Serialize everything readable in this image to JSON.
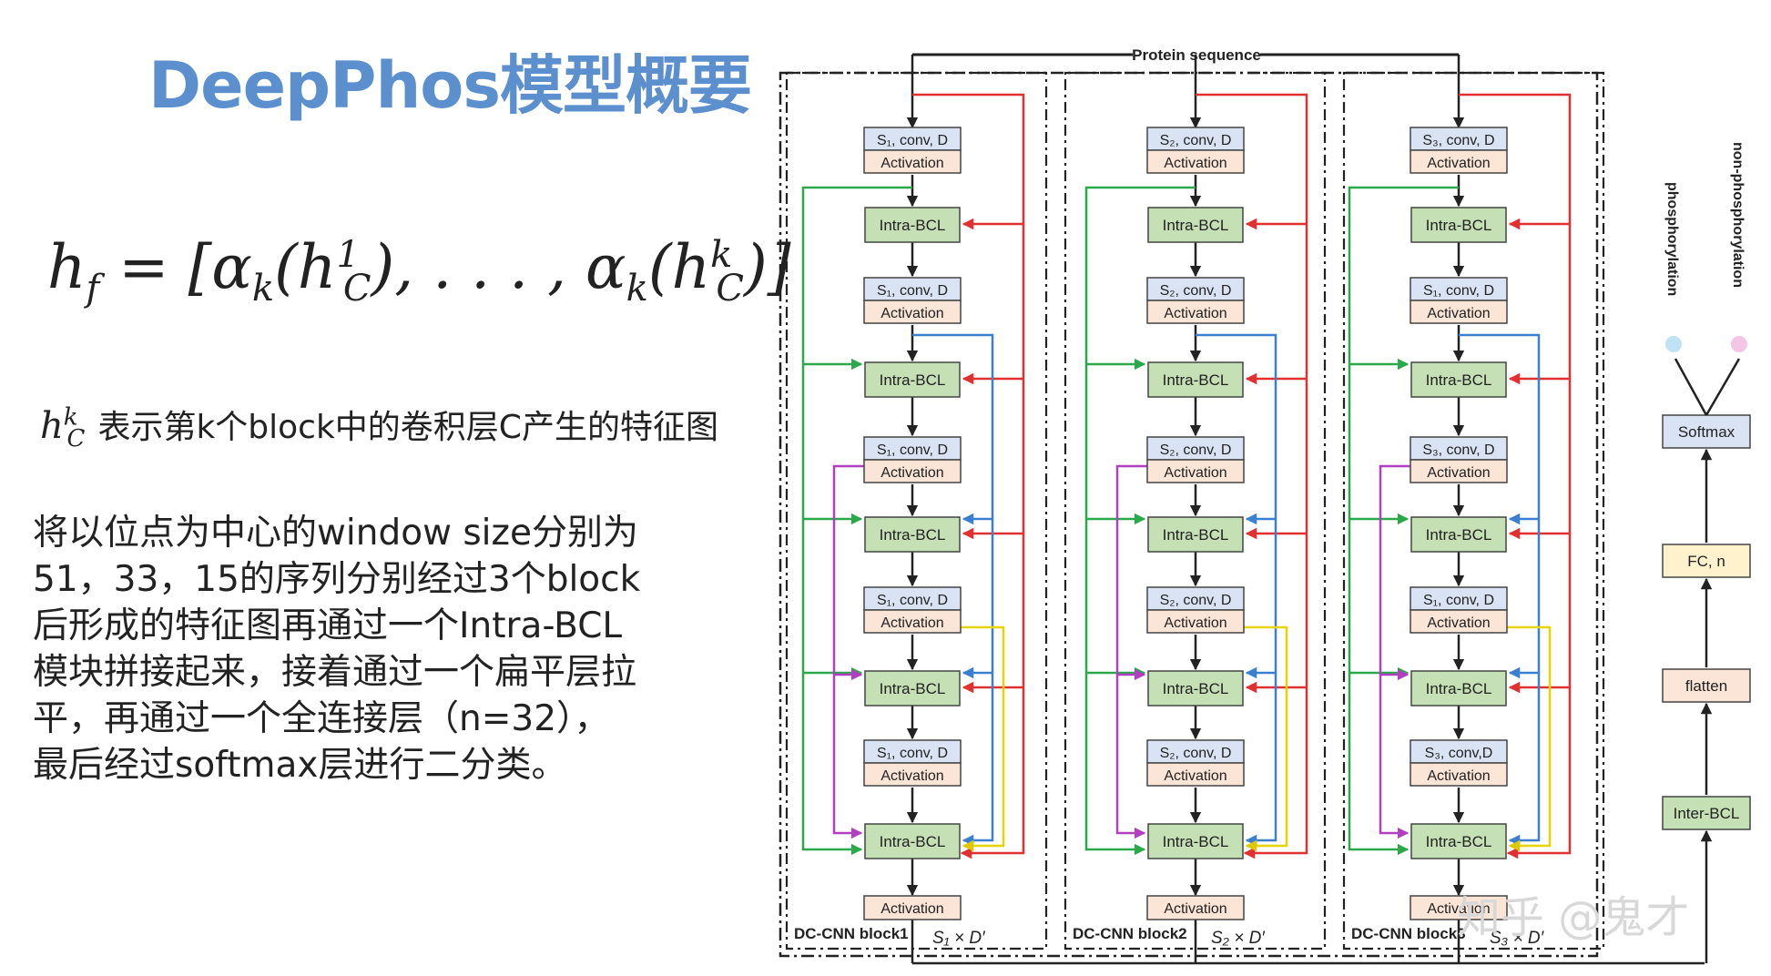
{
  "title": "DeepPhos模型概要",
  "formula": {
    "lhs": "h",
    "lhs_sub": "f",
    "eq": " = [",
    "alpha": "α",
    "k": "k",
    "h": "h",
    "C": "C",
    "sup1": "1",
    "supk": "k",
    "dots": "), . . . , ",
    "close": ")]"
  },
  "h_def": {
    "symbol": "h",
    "sup": "k",
    "sub": "C",
    "text": "表示第k个block中的卷积层C产生的特征图"
  },
  "description_lines": [
    "将以位点为中心的window size分别为",
    "51，33，15的序列分别经过3个block",
    "后形成的特征图再通过一个Intra-BCL",
    "模块拼接起来，接着通过一个扁平层拉",
    "平，再通过一个全连接层（n=32），",
    "最后经过softmax层进行二分类。"
  ],
  "diagram": {
    "protein_sequence": "Protein sequence",
    "blocks": [
      {
        "name": "DC-CNN block1",
        "shape": "S₁ × D′",
        "convs": [
          "S₁, conv, D",
          "S₁, conv, D",
          "S₁, conv, D",
          "S₁, conv, D",
          "S₁, conv, D"
        ],
        "final": "Activation"
      },
      {
        "name": "DC-CNN block2",
        "shape": "S₂ × D′",
        "convs": [
          "S₂, conv, D",
          "S₂, conv, D",
          "S₂, conv, D",
          "S₂, conv, D",
          "S₂, conv, D"
        ],
        "final": "Activation"
      },
      {
        "name": "DC-CNN block3",
        "shape": "S₃ × D′",
        "convs": [
          "S₃, conv, D",
          "S₁, conv, D",
          "S₃, conv, D",
          "S₁, conv, D",
          "S₃, conv,D"
        ],
        "final": "Activation"
      }
    ],
    "activation_label": "Activation",
    "intra_label": "Intra-BCL",
    "right_stack": [
      "Inter-BCL",
      "flatten",
      "FC, n",
      "Softmax"
    ],
    "outputs": [
      "phosphorylation",
      "non-phosphorylation"
    ]
  },
  "watermark": "知乎 @鬼才",
  "colors": {
    "title": "#5b8fcd",
    "intra_fill": "#c5e0b4",
    "conv_fill": "#dae3f3",
    "act_fill": "#fbe5d6",
    "fc_fill": "#fff2cc",
    "flatten_fill": "#fbe5d6",
    "inter_fill": "#c5e0b4",
    "softmax_fill": "#dae3f3",
    "red": "#e03030",
    "green": "#2aa84a",
    "blue": "#3b7fd0",
    "purple": "#b040c0",
    "yellow": "#f0d800"
  }
}
